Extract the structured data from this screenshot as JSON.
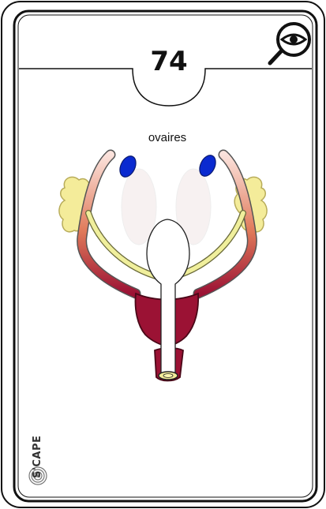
{
  "card": {
    "number": "74",
    "label": "ovaires",
    "brand": "S'CAPE",
    "icon": "magnifier-eye-icon"
  },
  "colors": {
    "frame": "#111111",
    "uterus": "#9b1234",
    "ovary": "#0a2ad0",
    "fat": "#f4ec9a",
    "duct": "#f0ef9c"
  }
}
